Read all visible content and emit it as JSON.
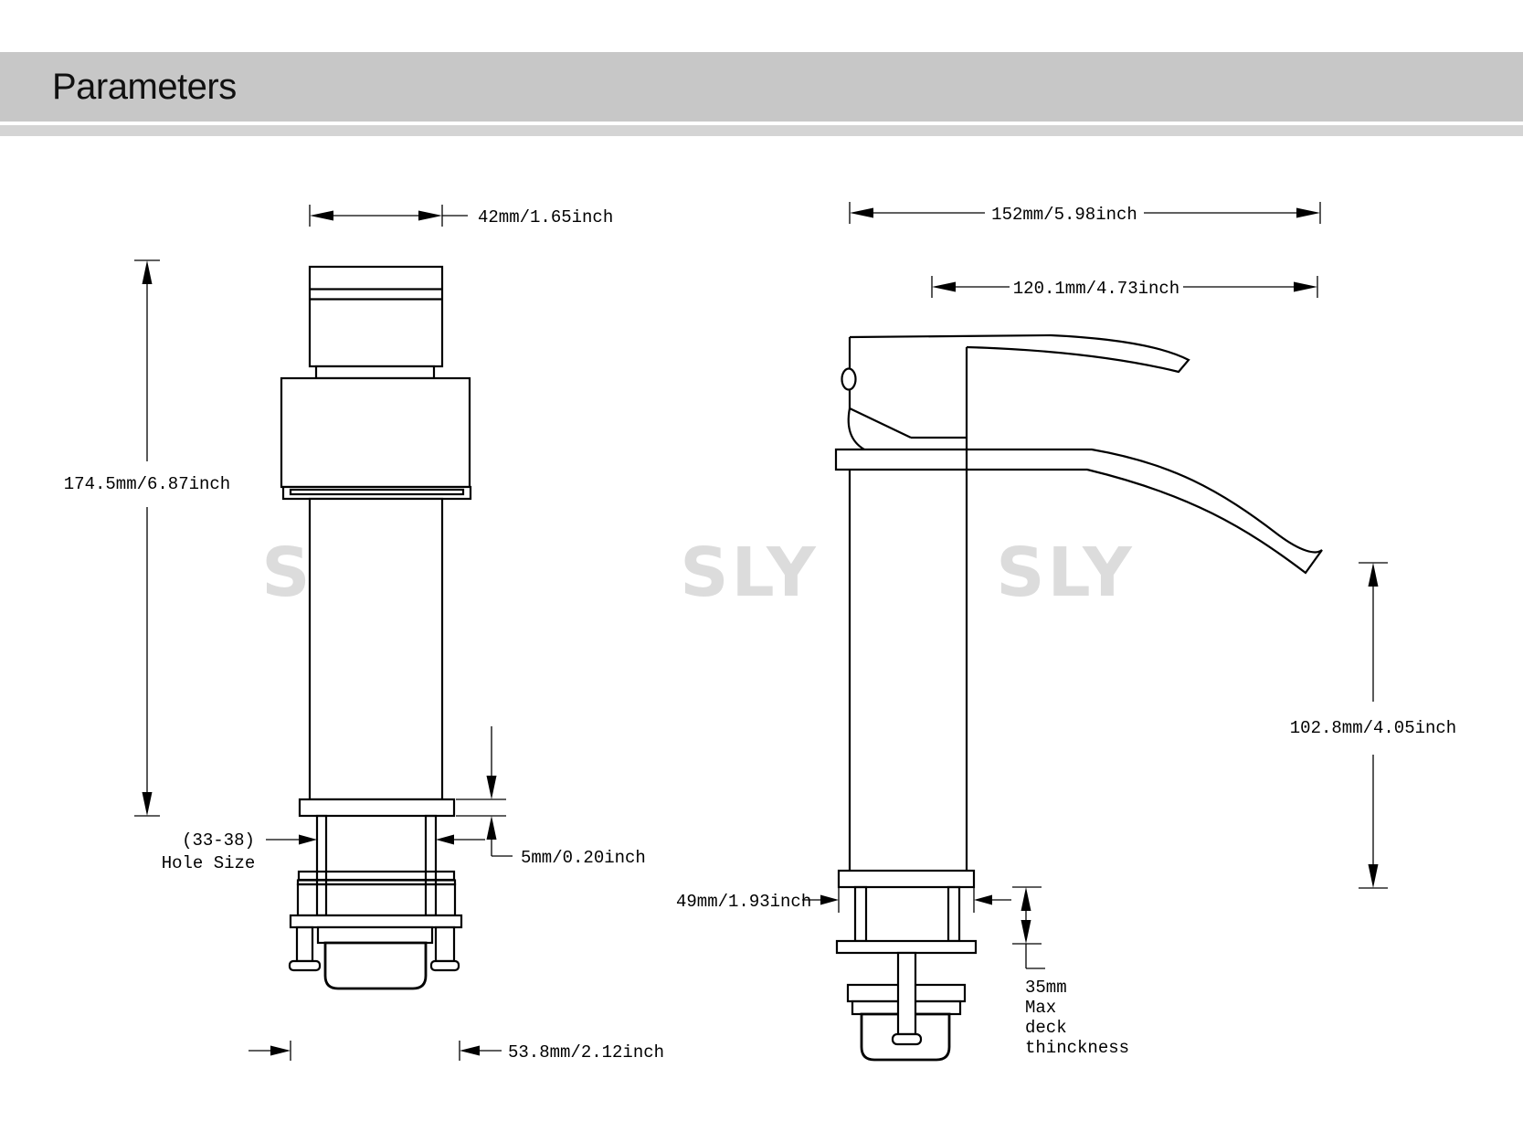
{
  "header": {
    "title": "Parameters",
    "banner_color": "#c7c7c7",
    "strip_color": "#d4d4d4"
  },
  "watermark": {
    "text": "SLY",
    "color": "#dcdcdc"
  },
  "front_view": {
    "name": "faucet front view",
    "dim_width_top": "42mm/1.65inch",
    "dim_height": "174.5mm/6.87inch",
    "hole_note_line1": "(33-38)",
    "hole_note_line2": "Hole Size",
    "dim_flange_thickness": "5mm/0.20inch",
    "dim_width_bottom": "53.8mm/2.12inch"
  },
  "side_view": {
    "name": "faucet side view",
    "dim_overall_length": "152mm/5.98inch",
    "dim_spout_reach": "120.1mm/4.73inch",
    "dim_spout_height": "102.8mm/4.05inch",
    "dim_shank_width": "49mm/1.93inch",
    "deck_note_line1": "35mm",
    "deck_note_line2": "Max",
    "deck_note_line3": "deck",
    "deck_note_line4": "thinckness"
  },
  "line_color": "#000000"
}
